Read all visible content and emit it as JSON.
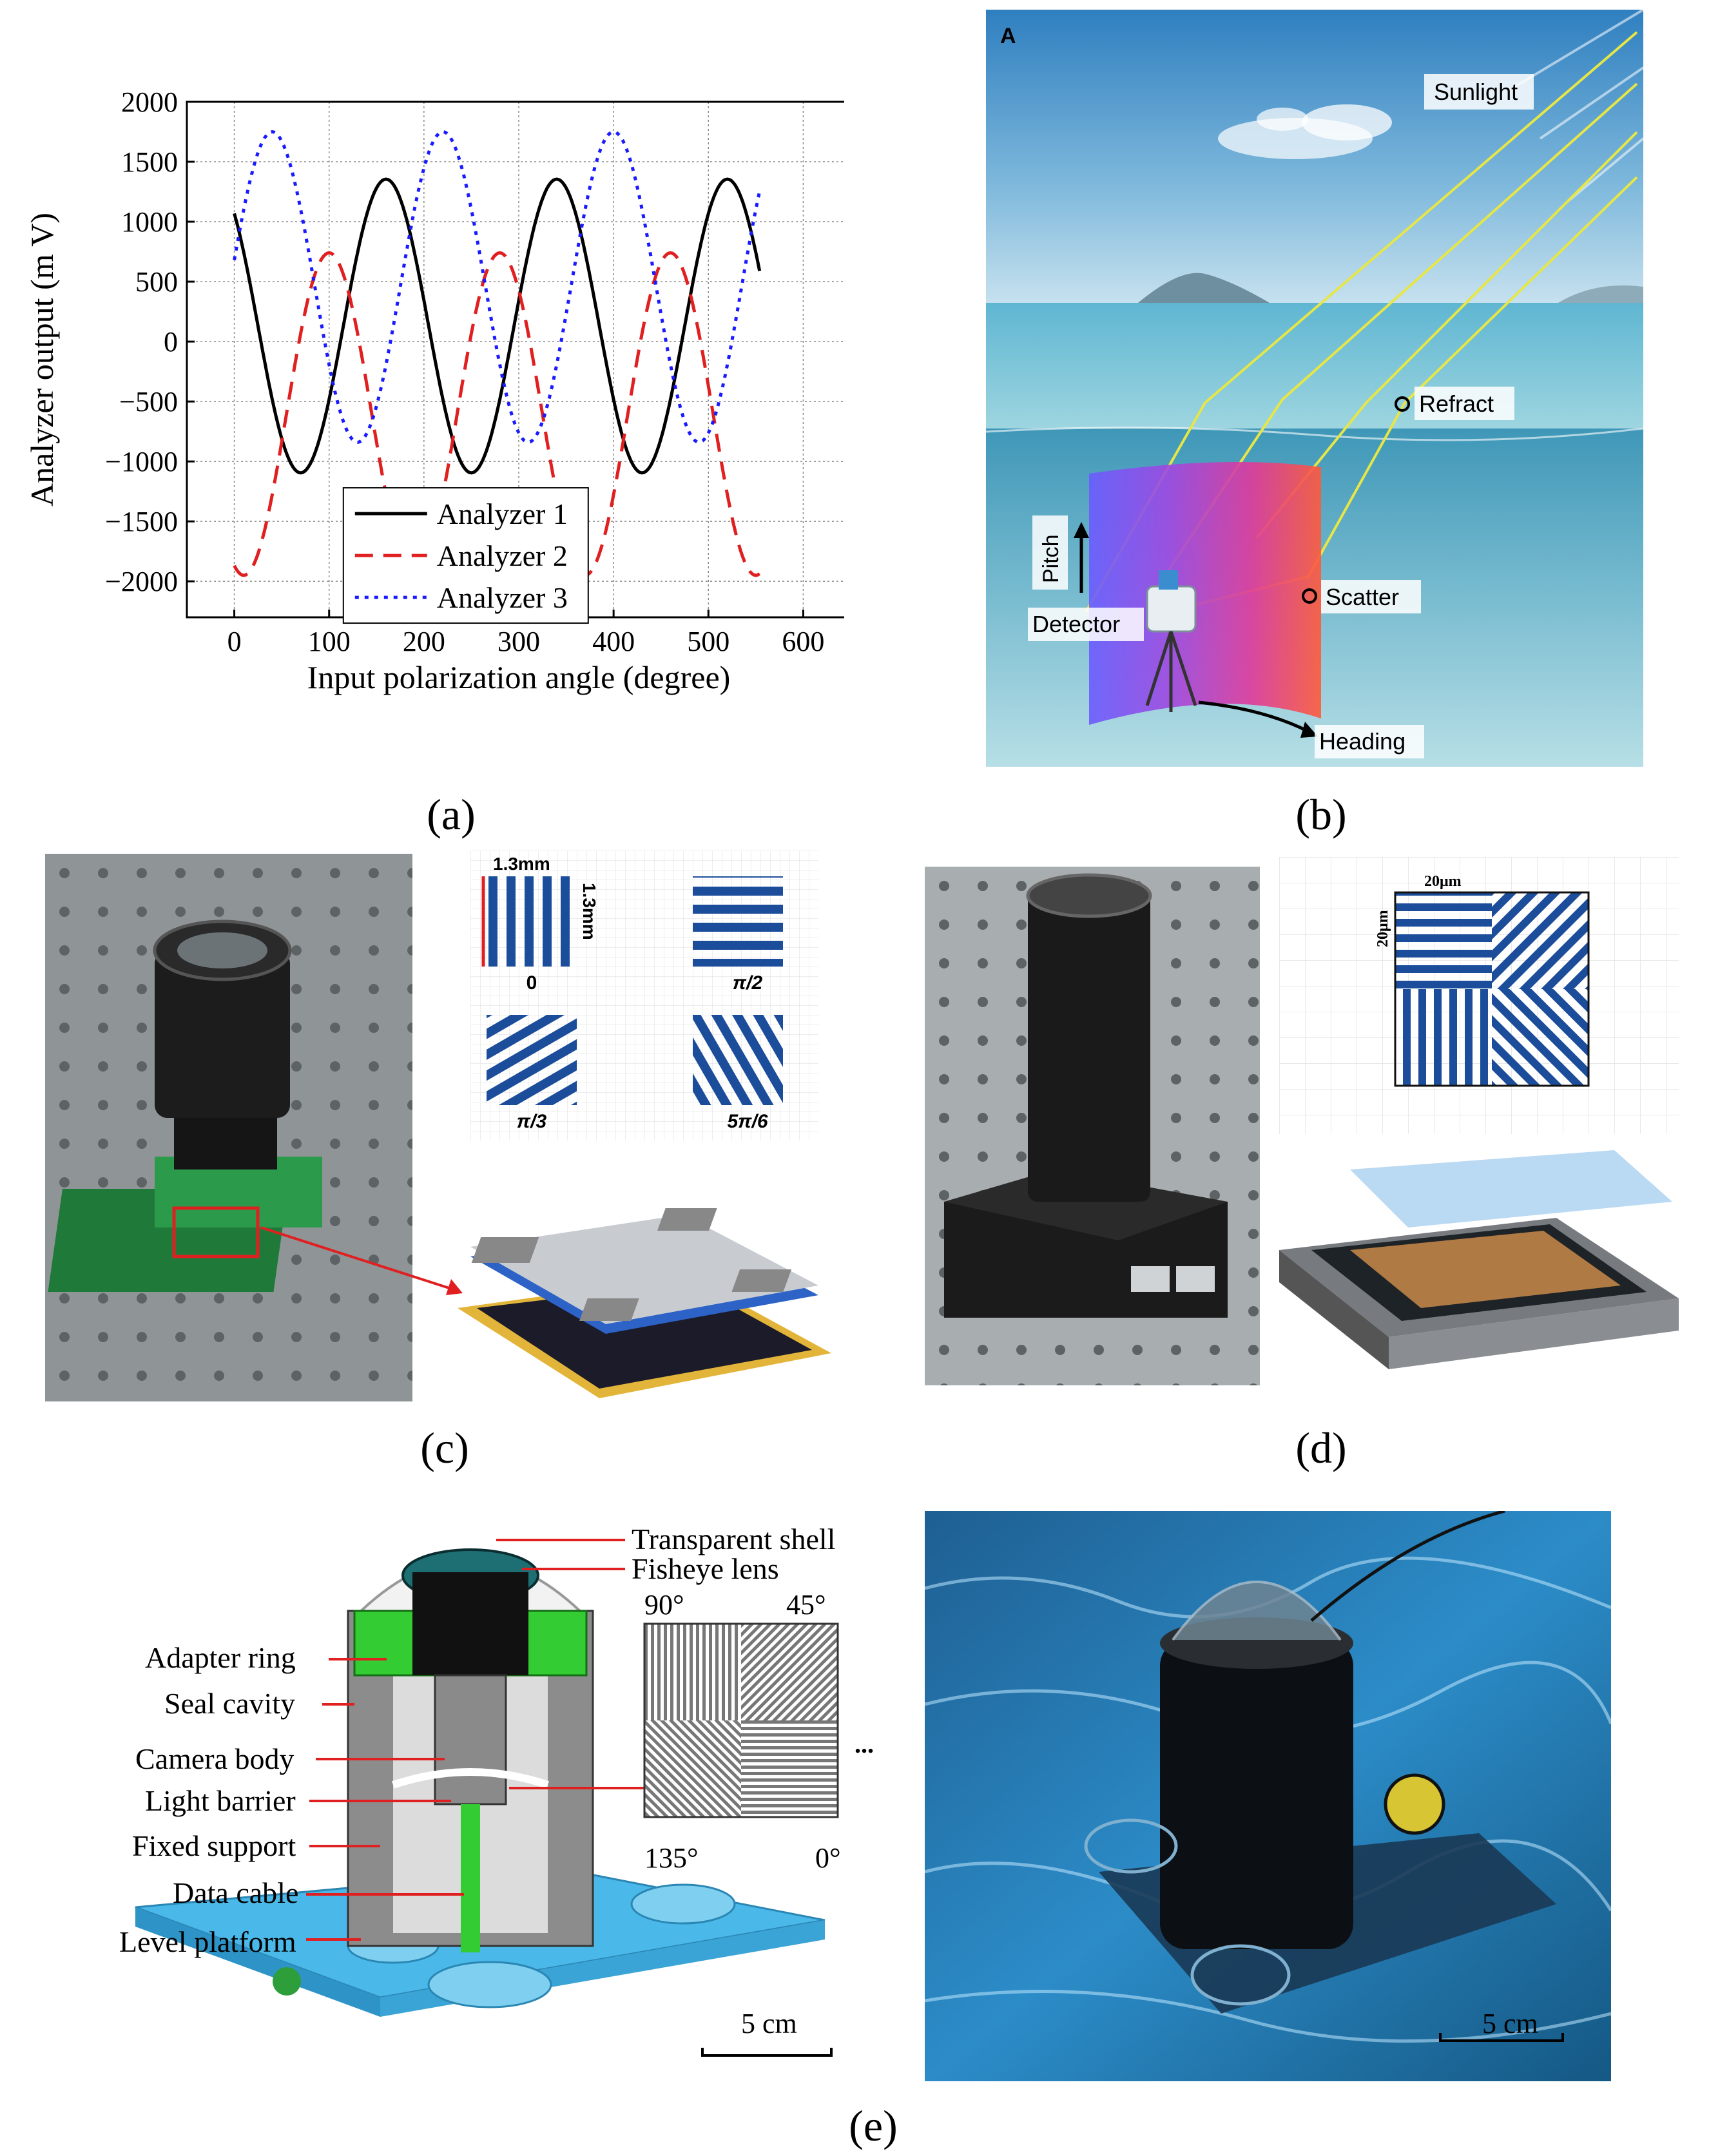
{
  "panel_labels": {
    "a": "(a)",
    "b": "(b)",
    "c": "(c)",
    "d": "(d)",
    "e": "(e)"
  },
  "chart_data": {
    "type": "line",
    "xlabel": "Input polarization angle (degree)",
    "ylabel": "Analyzer output (m V)",
    "xlim": [
      -50,
      650
    ],
    "ylim": [
      -2300,
      2000
    ],
    "xticks": [
      0,
      100,
      200,
      300,
      400,
      500,
      600
    ],
    "yticks": [
      2000,
      1500,
      1000,
      500,
      0,
      -500,
      -1000,
      -1500,
      -2000
    ],
    "xtick_labels": [
      "0",
      "100",
      "200",
      "300",
      "400",
      "500",
      "600"
    ],
    "ytick_labels": [
      "2000",
      "1500",
      "1000",
      "500",
      "0",
      "−500",
      "−1000",
      "−1500",
      "−2000"
    ],
    "grid": true,
    "legend_position": "bottom-center",
    "series": [
      {
        "name": "Analyzer 1",
        "style": "solid",
        "color": "#000000",
        "amplitude": 1225,
        "offset": 130,
        "phase_deg": 160,
        "period": 180,
        "x_start": 0,
        "x_end": 555
      },
      {
        "name": "Analyzer 2",
        "style": "dashed",
        "color": "#e02020",
        "amplitude": 1345,
        "offset": -605,
        "phase_deg": 100,
        "period": 180,
        "x_start": 0,
        "x_end": 555
      },
      {
        "name": "Analyzer 3",
        "style": "dotted",
        "color": "#1a1aff",
        "amplitude": 1295,
        "offset": 455,
        "phase_deg": 40,
        "period": 180,
        "x_start": 0,
        "x_end": 555
      }
    ]
  },
  "panel_b": {
    "letter": "A",
    "sunlight": "Sunlight",
    "refract": "Refract",
    "scatter": "Scatter",
    "pitch": "Pitch",
    "detector": "Detector",
    "heading": "Heading"
  },
  "panel_c": {
    "dim_h": "1.3mm",
    "dim_v": "1.3mm",
    "angles": [
      "0",
      "π/2",
      "π/3",
      "5π/6"
    ]
  },
  "panel_d": {
    "dim_h": "20μm",
    "dim_v": "20μm"
  },
  "panel_e": {
    "labels_right": [
      "Transparent shell",
      "Fisheye lens"
    ],
    "labels_left": [
      "Adapter ring",
      "Seal cavity",
      "Camera body",
      "Light barrier",
      "Fixed support",
      "Data cable",
      "Level platform"
    ],
    "angles": [
      "90°",
      "45°",
      "135°",
      "0°"
    ],
    "ellipsis": "...",
    "scale_left": "5 cm",
    "scale_right": "5 cm"
  },
  "colors": {
    "analyzer1": "#000000",
    "analyzer2": "#e02020",
    "analyzer3": "#1a1aff",
    "grating_blue": "#1b4d9b",
    "green_part": "#22cc22",
    "platform_blue": "#4ab8e8"
  }
}
